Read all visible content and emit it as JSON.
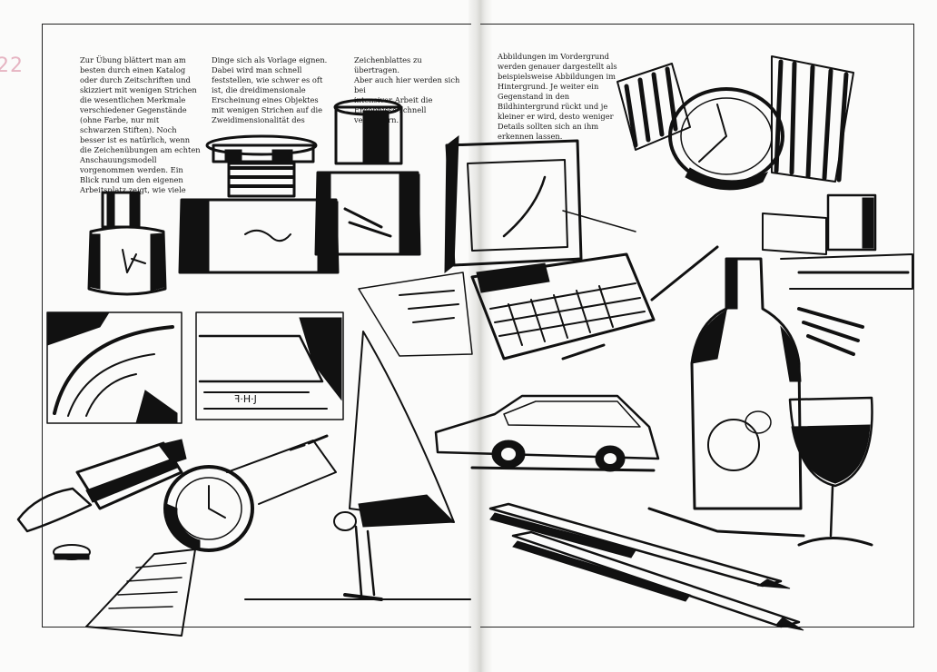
{
  "page_number": "22",
  "columns": [
    "Zur Übung blättert man am\nbesten durch einen Katalog\noder durch Zeitschriften und\nskizziert mit wenigen Strichen\ndie wesentlichen Merkmale\nverschiedener Gegenstände\n(ohne Farbe, nur mit\nschwarzen Stiften). Noch\nbesser ist es natürlich, wenn\ndie Zeichenübungen am echten\nAnschauungsmodell\nvorgenommen werden. Ein\nBlick rund um den eigenen\nArbeitsplatz zeigt, wie viele",
    "Dinge sich als Vorlage eignen.\nDabei wird man schnell\nfeststellen, wie schwer es oft\nist, die dreidimensionale\nErscheinung eines Objektes\nmit wenigen Strichen auf die\nZweidimensionalität des",
    "Zeichenblattes zu übertragen.\nAber auch hier werden sich bei\nintensiver Arbeit die\nErgebnisse schnell verbessern.",
    "Abbildungen im Vordergrund\nwerden genauer dargestellt als\nbeispielsweise Abbildungen im\nHintergrund. Je weiter ein\nGegenstand in den\nBildhintergrund rückt und je\nkleiner er wird, desto weniger\nDetails sollten sich an ihm\nerkennen lassen."
  ]
}
